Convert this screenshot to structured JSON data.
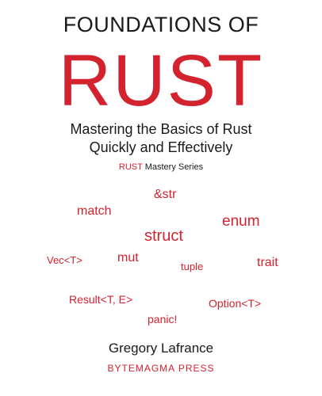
{
  "cover": {
    "top_title": "FOUNDATIONS OF",
    "main_title": "RUST",
    "subtitle_line1": "Mastering the Basics of Rust",
    "subtitle_line2": "Quickly and Effectively",
    "series_highlight": "RUST",
    "series_rest": " Mastery Series",
    "author": "Gregory Lafrance",
    "publisher": "BYTEMAGMA PRESS"
  },
  "keywords": {
    "str_ref": "&str",
    "match": "match",
    "enum": "enum",
    "struct": "struct",
    "vec": "Vec<T>",
    "mut": "mut",
    "tuple": "tuple",
    "trait": "trait",
    "result": "Result<T, E>",
    "option": "Option<T>",
    "panic": "panic!"
  },
  "colors": {
    "accent": "#d2232f",
    "text": "#1a1a1a",
    "background": "#ffffff"
  }
}
